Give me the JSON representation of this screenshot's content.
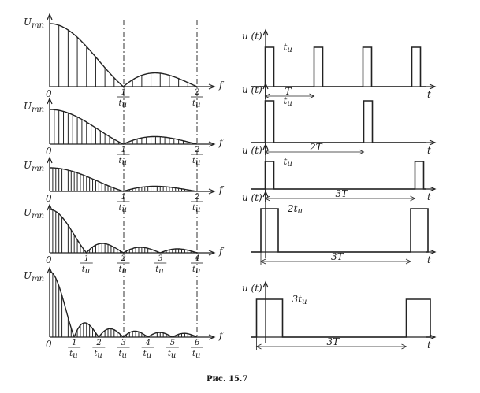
{
  "caption": "Рис. 15.7",
  "left_labels": {
    "y_axis": "U",
    "y_axis_sub": "mn",
    "x_axis": "f",
    "origin": "0",
    "tick_sub": "t",
    "tick_sub2": "u"
  },
  "right_labels": {
    "y_axis": "u (t)",
    "x_axis": "t"
  },
  "rows": [
    {
      "ticks": [
        "1",
        "2"
      ],
      "pulse_width_label": "t",
      "pulse_width_sub": "u",
      "period_label": "T",
      "duty_ratio": 0.125
    },
    {
      "ticks": [
        "1",
        "2"
      ],
      "pulse_width_label": "t",
      "pulse_width_sub": "u",
      "period_label": "2T",
      "duty_ratio": 0.0625
    },
    {
      "ticks": [
        "1",
        "2"
      ],
      "pulse_width_label": "t",
      "pulse_width_sub": "u",
      "period_label": "3T",
      "duty_ratio": 0.0417
    },
    {
      "ticks": [
        "1",
        "2",
        "3",
        "4"
      ],
      "pulse_width_label": "2t",
      "pulse_width_sub": "u",
      "period_label": "3T",
      "duty_ratio": 0.0833
    },
    {
      "ticks": [
        "1",
        "2",
        "3",
        "4",
        "5",
        "6"
      ],
      "pulse_width_label": "3t",
      "pulse_width_sub": "u",
      "period_label": "3T",
      "duty_ratio": 0.125
    }
  ]
}
